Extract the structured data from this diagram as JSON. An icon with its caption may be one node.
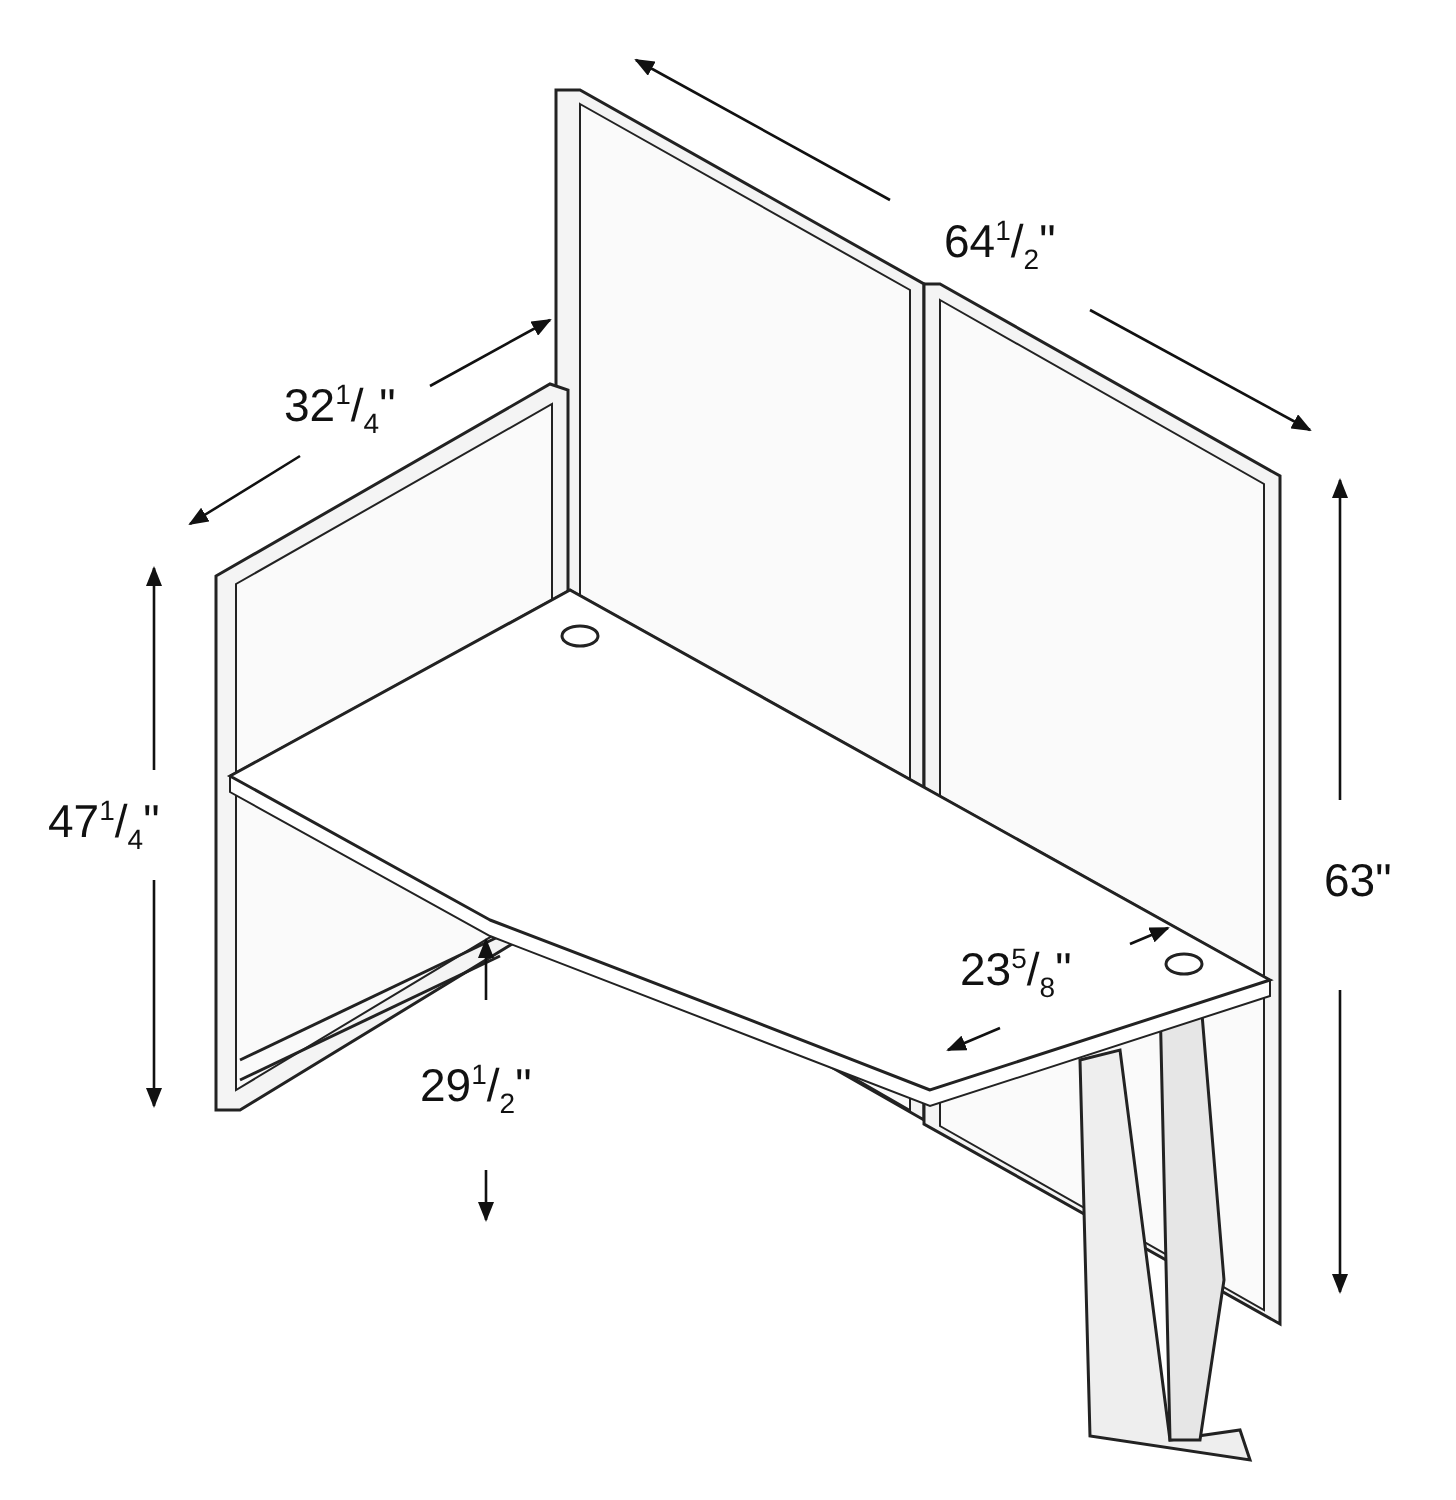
{
  "diagram": {
    "labels": [
      "64$^{1}$/$_{2}$\"",
      "32$^{1}$/$_{4}$\"",
      "47$^{1}$/$_{4}$\"",
      "63\"",
      "23$^{5}$/$_{8}$\"",
      "29$^{1}$/$_{2}$\""
    ]
  }
}
